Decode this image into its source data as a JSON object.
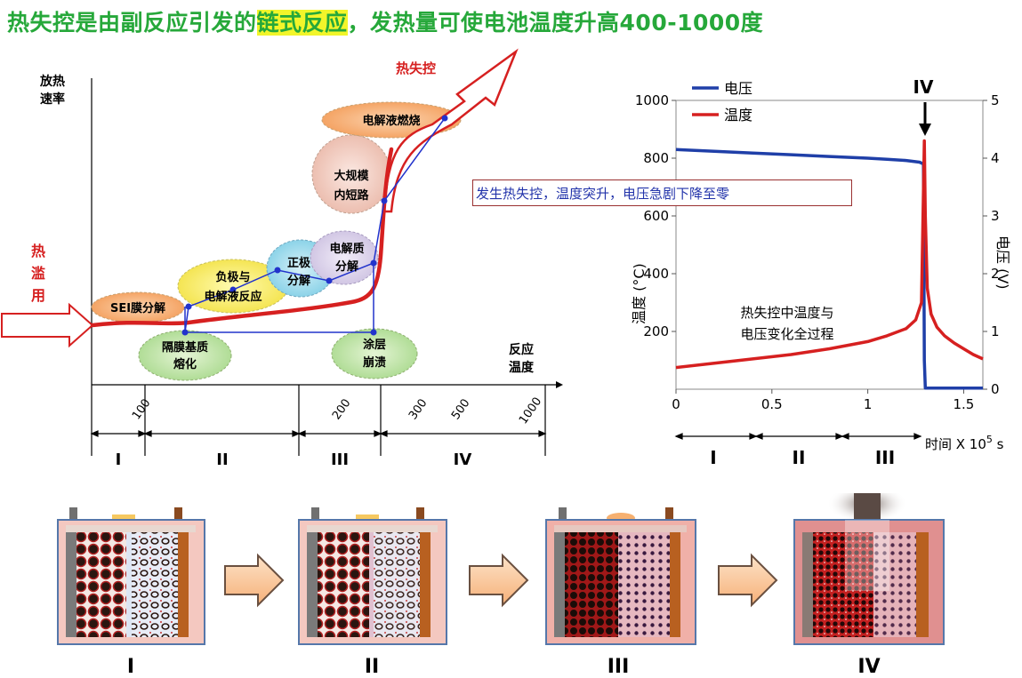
{
  "title": {
    "part1": "热失控是由副反应引发的",
    "highlight": "链式反应",
    "part2": "，发热量可使电池温度升高400-1000度"
  },
  "left_diagram": {
    "y_axis_label_line1": "放热",
    "y_axis_label_line2": "速率",
    "x_axis_label_line1": "反应",
    "x_axis_label_line2": "温度",
    "thermal_abuse": [
      "热",
      "滥",
      "用"
    ],
    "runaway_label": "热失控",
    "bubbles": {
      "sei": "SEI膜分解",
      "separator_1": "隔膜基质",
      "separator_2": "熔化",
      "anode_1": "负极与",
      "anode_2": "电解液反应",
      "cathode_1": "正极",
      "cathode_2": "分解",
      "electrolyte_1": "电解质",
      "electrolyte_2": "分解",
      "coating_1": "涂层",
      "coating_2": "崩溃",
      "short_1": "大规模",
      "short_2": "内短路",
      "combustion": "电解液燃烧"
    },
    "temp_ticks": [
      "100",
      "200",
      "300",
      "500",
      "1000"
    ],
    "stages": [
      "I",
      "II",
      "III",
      "IV"
    ]
  },
  "right_chart": {
    "stage_marker": "IV",
    "annotation": "发生热失控，温度突升，电压急剧下降至零",
    "inner_caption_line1": "热失控中温度与",
    "inner_caption_line2": "电压变化全过程",
    "stages": [
      "I",
      "II",
      "III"
    ]
  },
  "chart_data": {
    "type": "line",
    "series": [
      {
        "name": "电压",
        "axis": "right",
        "color": "#1f3fa8",
        "x": [
          0,
          0.2,
          0.4,
          0.6,
          0.8,
          1.0,
          1.1,
          1.2,
          1.27,
          1.29,
          1.295,
          1.3,
          1.35,
          1.45,
          1.55,
          1.6
        ],
        "y": [
          4.15,
          4.12,
          4.09,
          4.06,
          4.03,
          4.0,
          3.98,
          3.96,
          3.93,
          3.9,
          0.5,
          0.02,
          0.02,
          0.02,
          0.02,
          0.02
        ]
      },
      {
        "name": "温度",
        "axis": "left",
        "color": "#d62020",
        "x": [
          0,
          0.2,
          0.4,
          0.6,
          0.8,
          1.0,
          1.1,
          1.2,
          1.25,
          1.28,
          1.295,
          1.3,
          1.31,
          1.33,
          1.36,
          1.4,
          1.45,
          1.5,
          1.55,
          1.6
        ],
        "y": [
          75,
          90,
          105,
          120,
          140,
          165,
          185,
          210,
          240,
          300,
          860,
          600,
          350,
          260,
          215,
          185,
          160,
          140,
          120,
          105
        ]
      }
    ],
    "xlabel": "时间 X 10",
    "xlabel_sup": "5",
    "xlabel_unit": " s",
    "ylabel_left": "温度 (°C)",
    "ylabel_right": "电压 (V)",
    "xlim": [
      0,
      1.6
    ],
    "ylim_left": [
      0,
      1000
    ],
    "ylim_right": [
      0,
      5
    ],
    "x_ticks": [
      "0",
      "0.5",
      "1",
      "1.5"
    ],
    "x_tick_values": [
      0,
      0.5,
      1,
      1.5
    ],
    "y_ticks_left": [
      "200",
      "400",
      "600",
      "800",
      "1000"
    ],
    "y_tick_values_left": [
      200,
      400,
      600,
      800,
      1000
    ],
    "y_ticks_right": [
      "0",
      "1",
      "2",
      "3",
      "4",
      "5"
    ],
    "y_tick_values_right": [
      0,
      1,
      2,
      3,
      4,
      5
    ],
    "legend": "top-left"
  },
  "battery_panels": [
    "I",
    "II",
    "III",
    "IV"
  ],
  "colors": {
    "title": "#26a83a",
    "highlight": "#f2f52a",
    "curve": "#d62020",
    "blue_path": "#2233cc",
    "arrow": "#d62020"
  }
}
